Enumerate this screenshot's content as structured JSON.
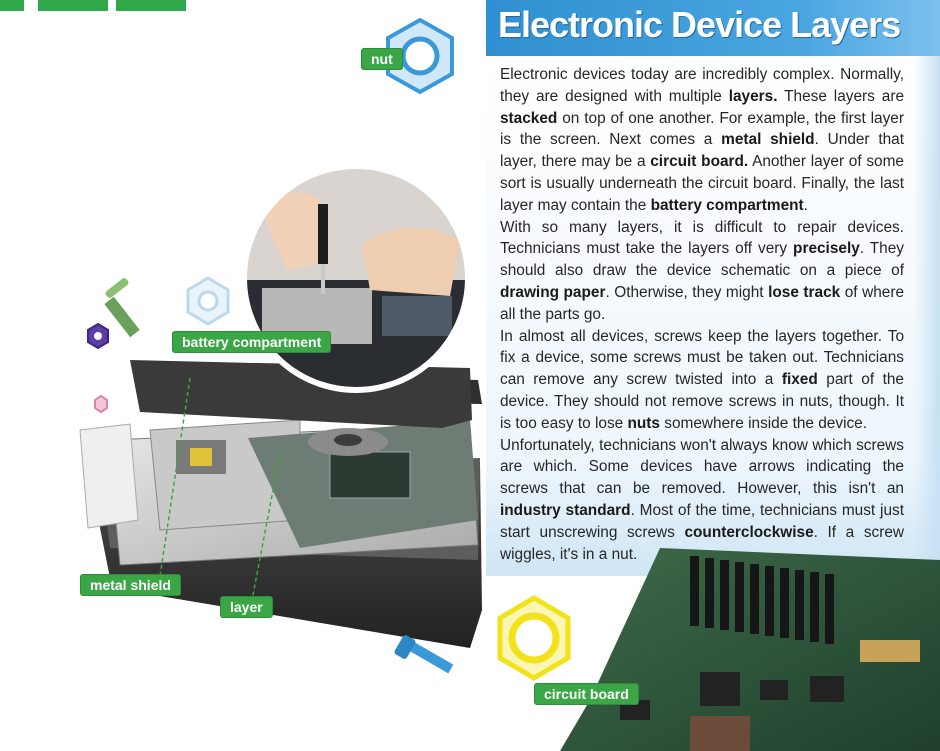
{
  "title": "Electronic Device Layers",
  "paragraphs": [
    [
      {
        "t": "Electronic devices today are incredibly complex. Normally, they are designed with multiple "
      },
      {
        "t": "layers.",
        "b": true
      },
      {
        "t": " These layers are "
      },
      {
        "t": "stacked",
        "b": true
      },
      {
        "t": " on top of one another. For example, the first layer is the screen. Next comes a "
      },
      {
        "t": "metal shield",
        "b": true
      },
      {
        "t": ". Under that layer, there may be a "
      },
      {
        "t": "circuit board.",
        "b": true
      },
      {
        "t": " Another layer of some sort is usually underneath the circuit board. Finally, the last layer may contain the "
      },
      {
        "t": "battery compartment",
        "b": true
      },
      {
        "t": "."
      }
    ],
    [
      {
        "t": "With so many layers, it is difficult to repair devices. Technicians must take the layers off very "
      },
      {
        "t": "precisely",
        "b": true
      },
      {
        "t": ". They should also draw the device schematic on a piece of "
      },
      {
        "t": "drawing paper",
        "b": true
      },
      {
        "t": ". Otherwise, they might "
      },
      {
        "t": "lose track",
        "b": true
      },
      {
        "t": " of where all the parts go."
      }
    ],
    [
      {
        "t": "In almost all devices, screws keep the layers together. To fix a device, some screws must be taken out. Technicians can remove any screw twisted into a "
      },
      {
        "t": "fixed",
        "b": true
      },
      {
        "t": " part of the device. They should not remove screws in nuts, though. It is too easy to lose "
      },
      {
        "t": "nuts",
        "b": true
      },
      {
        "t": " somewhere inside the device."
      }
    ],
    [
      {
        "t": "Unfortunately, technicians won't always know which screws are which. Some devices have arrows indicating the screws that can be removed. However, this isn't an "
      },
      {
        "t": "industry standard",
        "b": true
      },
      {
        "t": ". Most of the time, technicians must just start unscrewing screws "
      },
      {
        "t": "counterclockwise",
        "b": true
      },
      {
        "t": ". If a screw wiggles, it's in a nut."
      }
    ]
  ],
  "labels": {
    "nut": "nut",
    "battery": "battery compartment",
    "metal_shield": "metal shield",
    "layer": "layer",
    "circuit_board": "circuit board"
  },
  "colors": {
    "accent_green": "#3aa645",
    "title_blue": "#2f8fd0",
    "nut_blue": "#3a9ad9",
    "nut_yellow": "#f2e21a"
  },
  "icons": [
    "hex-nut-icon",
    "screw-icon",
    "circuit-board-image",
    "device-layers-image",
    "hands-with-screwdriver-image"
  ]
}
